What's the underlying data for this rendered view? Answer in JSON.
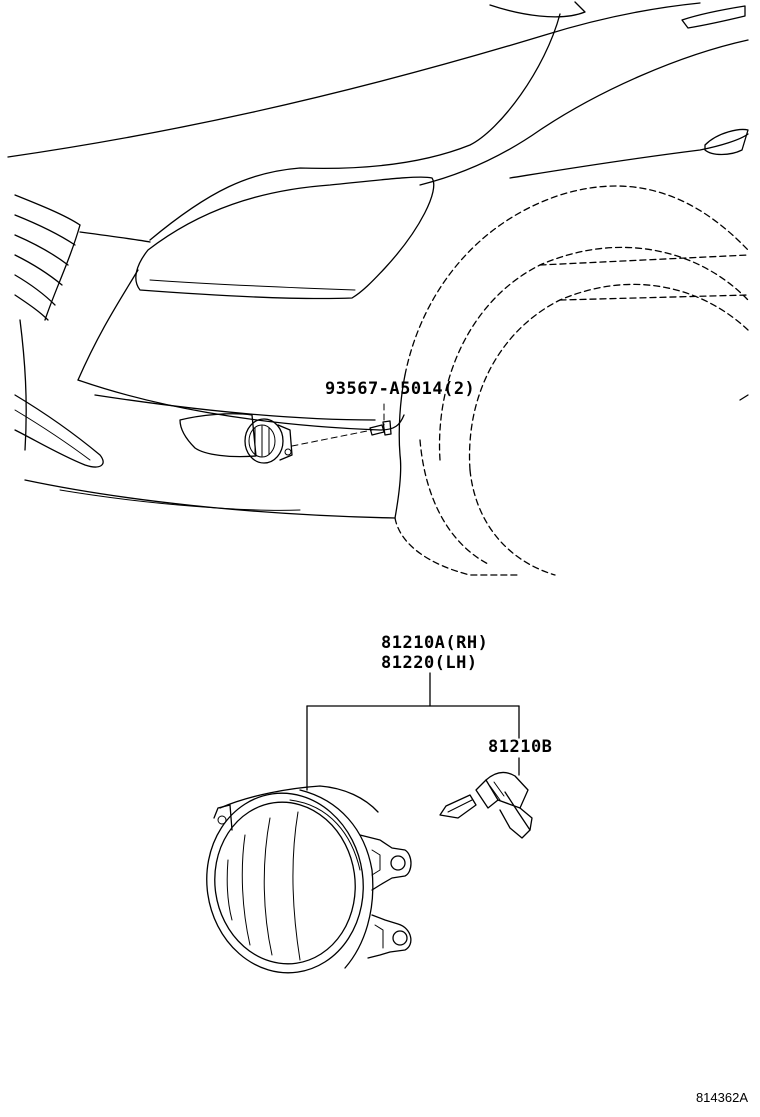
{
  "labels": {
    "screw_part": "93567-A5014(2)",
    "fog_lamp_rh": "81210A(RH)",
    "fog_lamp_lh": "81220(LH)",
    "bulb_part": "81210B",
    "figure_ref": "814362A"
  }
}
